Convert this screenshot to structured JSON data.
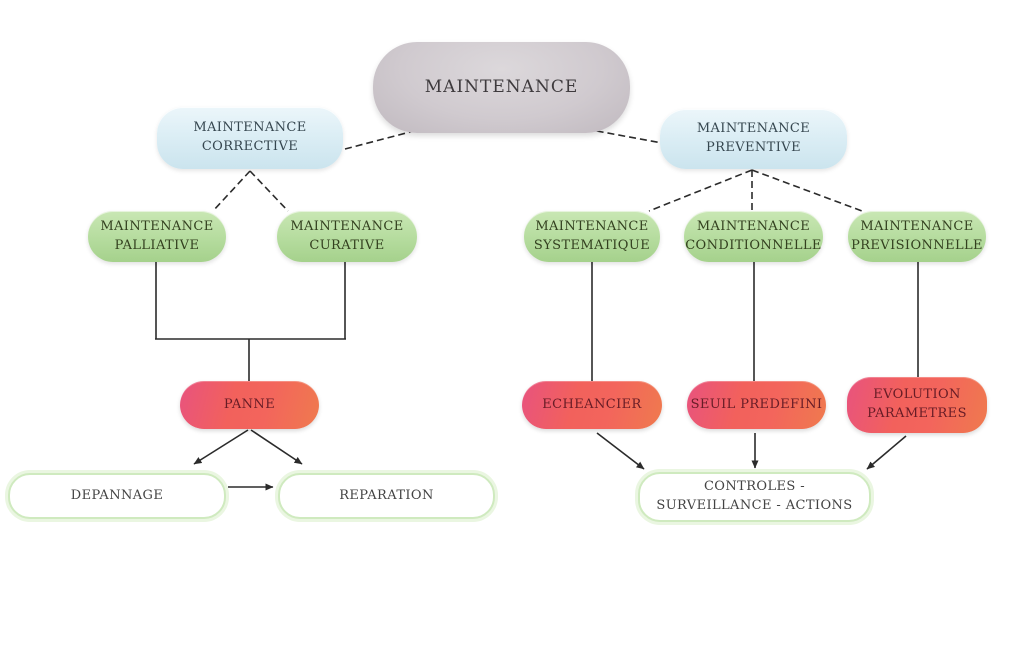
{
  "diagram": {
    "title": "MAINTENANCE",
    "nodes": {
      "maintenance": {
        "label": "MAINTENANCE",
        "color": "#cfc9ce"
      },
      "corrective": {
        "label": "MAINTENANCE\nCORRECTIVE",
        "color": "#dceef5"
      },
      "preventive": {
        "label": "MAINTENANCE\nPREVENTIVE",
        "color": "#dceef5"
      },
      "palliative": {
        "label": "MAINTENANCE\nPALLIATIVE",
        "color": "#b5dc9e"
      },
      "curative": {
        "label": "MAINTENANCE\nCURATIVE",
        "color": "#b5dc9e"
      },
      "systematique": {
        "label": "MAINTENANCE\nSYSTEMATIQUE",
        "color": "#b5dc9e"
      },
      "conditionnelle": {
        "label": "MAINTENANCE\nCONDITIONNELLE",
        "color": "#b5dc9e"
      },
      "previsionnelle": {
        "label": "MAINTENANCE\nPREVISIONNELLE",
        "color": "#b5dc9e"
      },
      "panne": {
        "label": "PANNE",
        "color": "#f2615c"
      },
      "echeancier": {
        "label": "ECHEANCIER",
        "color": "#f2615c"
      },
      "seuil_predefini": {
        "label": "SEUIL PREDEFINI",
        "color": "#f2615c"
      },
      "evolution_parametres": {
        "label": "EVOLUTION\nPARAMETRES",
        "color": "#f2615c"
      },
      "depannage": {
        "label": "DEPANNAGE",
        "color": "#ffffff"
      },
      "reparation": {
        "label": "REPARATION",
        "color": "#ffffff"
      },
      "controles": {
        "label": "CONTROLES -\nSURVEILLANCE - ACTIONS",
        "color": "#ffffff"
      }
    },
    "edges": [
      {
        "from": "maintenance",
        "to": "corrective",
        "style": "dashed",
        "arrow": false
      },
      {
        "from": "maintenance",
        "to": "preventive",
        "style": "dashed",
        "arrow": false
      },
      {
        "from": "corrective",
        "to": "palliative",
        "style": "dashed",
        "arrow": false
      },
      {
        "from": "corrective",
        "to": "curative",
        "style": "dashed",
        "arrow": false
      },
      {
        "from": "preventive",
        "to": "systematique",
        "style": "dashed",
        "arrow": false
      },
      {
        "from": "preventive",
        "to": "conditionnelle",
        "style": "dashed",
        "arrow": false
      },
      {
        "from": "preventive",
        "to": "previsionnelle",
        "style": "dashed",
        "arrow": false
      },
      {
        "from": "palliative",
        "to": "panne",
        "style": "solid",
        "arrow": false
      },
      {
        "from": "curative",
        "to": "panne",
        "style": "solid",
        "arrow": false
      },
      {
        "from": "systematique",
        "to": "echeancier",
        "style": "solid",
        "arrow": false
      },
      {
        "from": "conditionnelle",
        "to": "seuil_predefini",
        "style": "solid",
        "arrow": false
      },
      {
        "from": "previsionnelle",
        "to": "evolution_parametres",
        "style": "solid",
        "arrow": false
      },
      {
        "from": "panne",
        "to": "depannage",
        "style": "solid",
        "arrow": true
      },
      {
        "from": "panne",
        "to": "reparation",
        "style": "solid",
        "arrow": true
      },
      {
        "from": "depannage",
        "to": "reparation",
        "style": "solid",
        "arrow": true
      },
      {
        "from": "echeancier",
        "to": "controles",
        "style": "solid",
        "arrow": true
      },
      {
        "from": "seuil_predefini",
        "to": "controles",
        "style": "solid",
        "arrow": true
      },
      {
        "from": "evolution_parametres",
        "to": "controles",
        "style": "solid",
        "arrow": true
      }
    ],
    "palette": {
      "root_fill": "#cfc9ce",
      "level1_fill": "#dceef5",
      "level2_fill": "#b5dc9e",
      "alert_fill": "#f2615c",
      "alert_edge_pink": "#e8537e",
      "alert_edge_orange": "#ef7a4e",
      "outline_border": "#cfeabf",
      "line_color": "#2b2b2b",
      "background": "#ffffff"
    }
  }
}
